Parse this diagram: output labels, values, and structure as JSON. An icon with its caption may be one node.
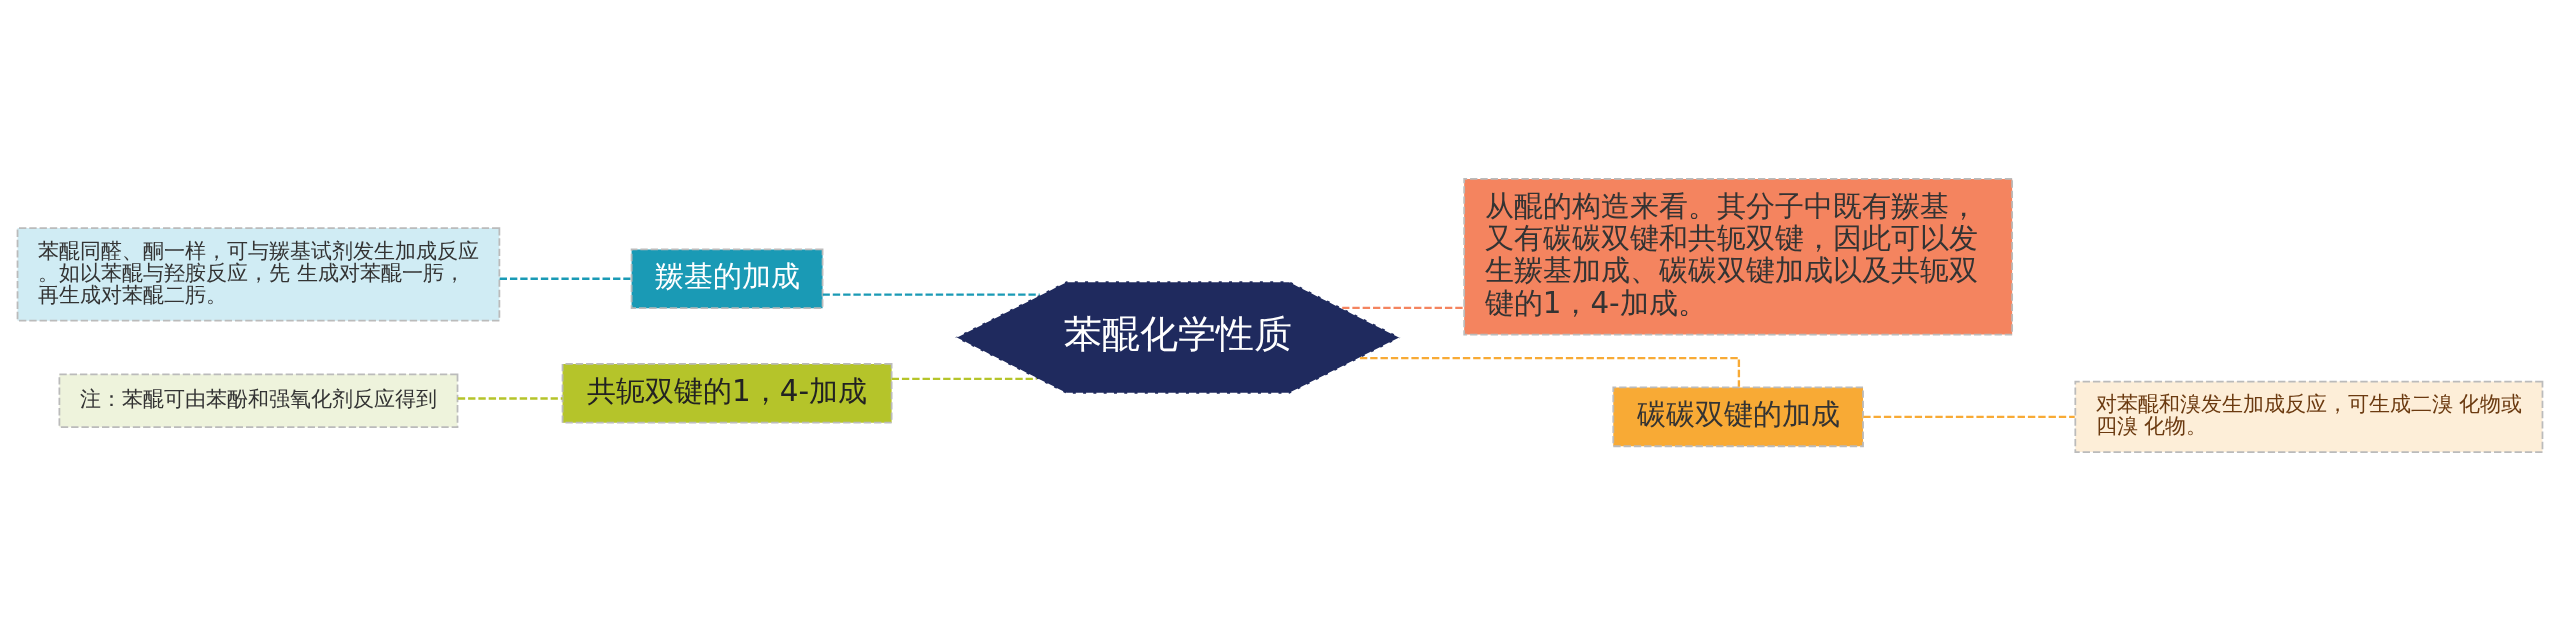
{
  "diagram": {
    "nodes": [
      {
        "text": [
          "苯醌化学性质"
        ]
      },
      {
        "text": [
          "羰基的加成"
        ]
      },
      {
        "text": [
          "苯醌同醛、酮一样，可与羰基试剂发生加成反应。如以苯醌与羟胺反应，先 生成对苯醌一肟，再生成对苯醌二肟。"
        ]
      },
      {
        "text": [
          "共轭双键的1，4-加成"
        ]
      },
      {
        "text": [
          "注：苯醌可由苯酚和强氧化剂反应得到"
        ]
      },
      {
        "text": [
          "从醌的构造来看。其分子中既有羰基，又有碳碳双键和共轭双键，因此可以发生羰基加成、碳碳双键加成以及共轭双键的1，4-加成。"
        ]
      },
      {
        "text": [
          "碳碳双键的加成"
        ]
      },
      {
        "text": [
          "对苯醌和溴发生加成反应，可生成二溴 化物或四溴 化物。"
        ]
      }
    ],
    "edges": [
      {
        "from": 2,
        "to": 1,
        "arrow": "none",
        "style": "dashed",
        "color": "#1a9ab5"
      },
      {
        "from": 1,
        "to": 0,
        "arrow": "none",
        "style": "dashed",
        "color": "#1a9ab5"
      },
      {
        "from": 4,
        "to": 3,
        "arrow": "none",
        "style": "dashed",
        "color": "#b5c42a"
      },
      {
        "from": 3,
        "to": 0,
        "arrow": "none",
        "style": "dashed",
        "color": "#b5c42a"
      },
      {
        "from": 0,
        "to": 5,
        "arrow": "none",
        "style": "dashed",
        "color": "#f4845f"
      },
      {
        "from": 0,
        "to": 6,
        "arrow": "none",
        "style": "dashed",
        "color": "#f8aa35"
      },
      {
        "from": 6,
        "to": 7,
        "arrow": "none",
        "style": "dashed",
        "color": "#f8aa35"
      }
    ]
  }
}
